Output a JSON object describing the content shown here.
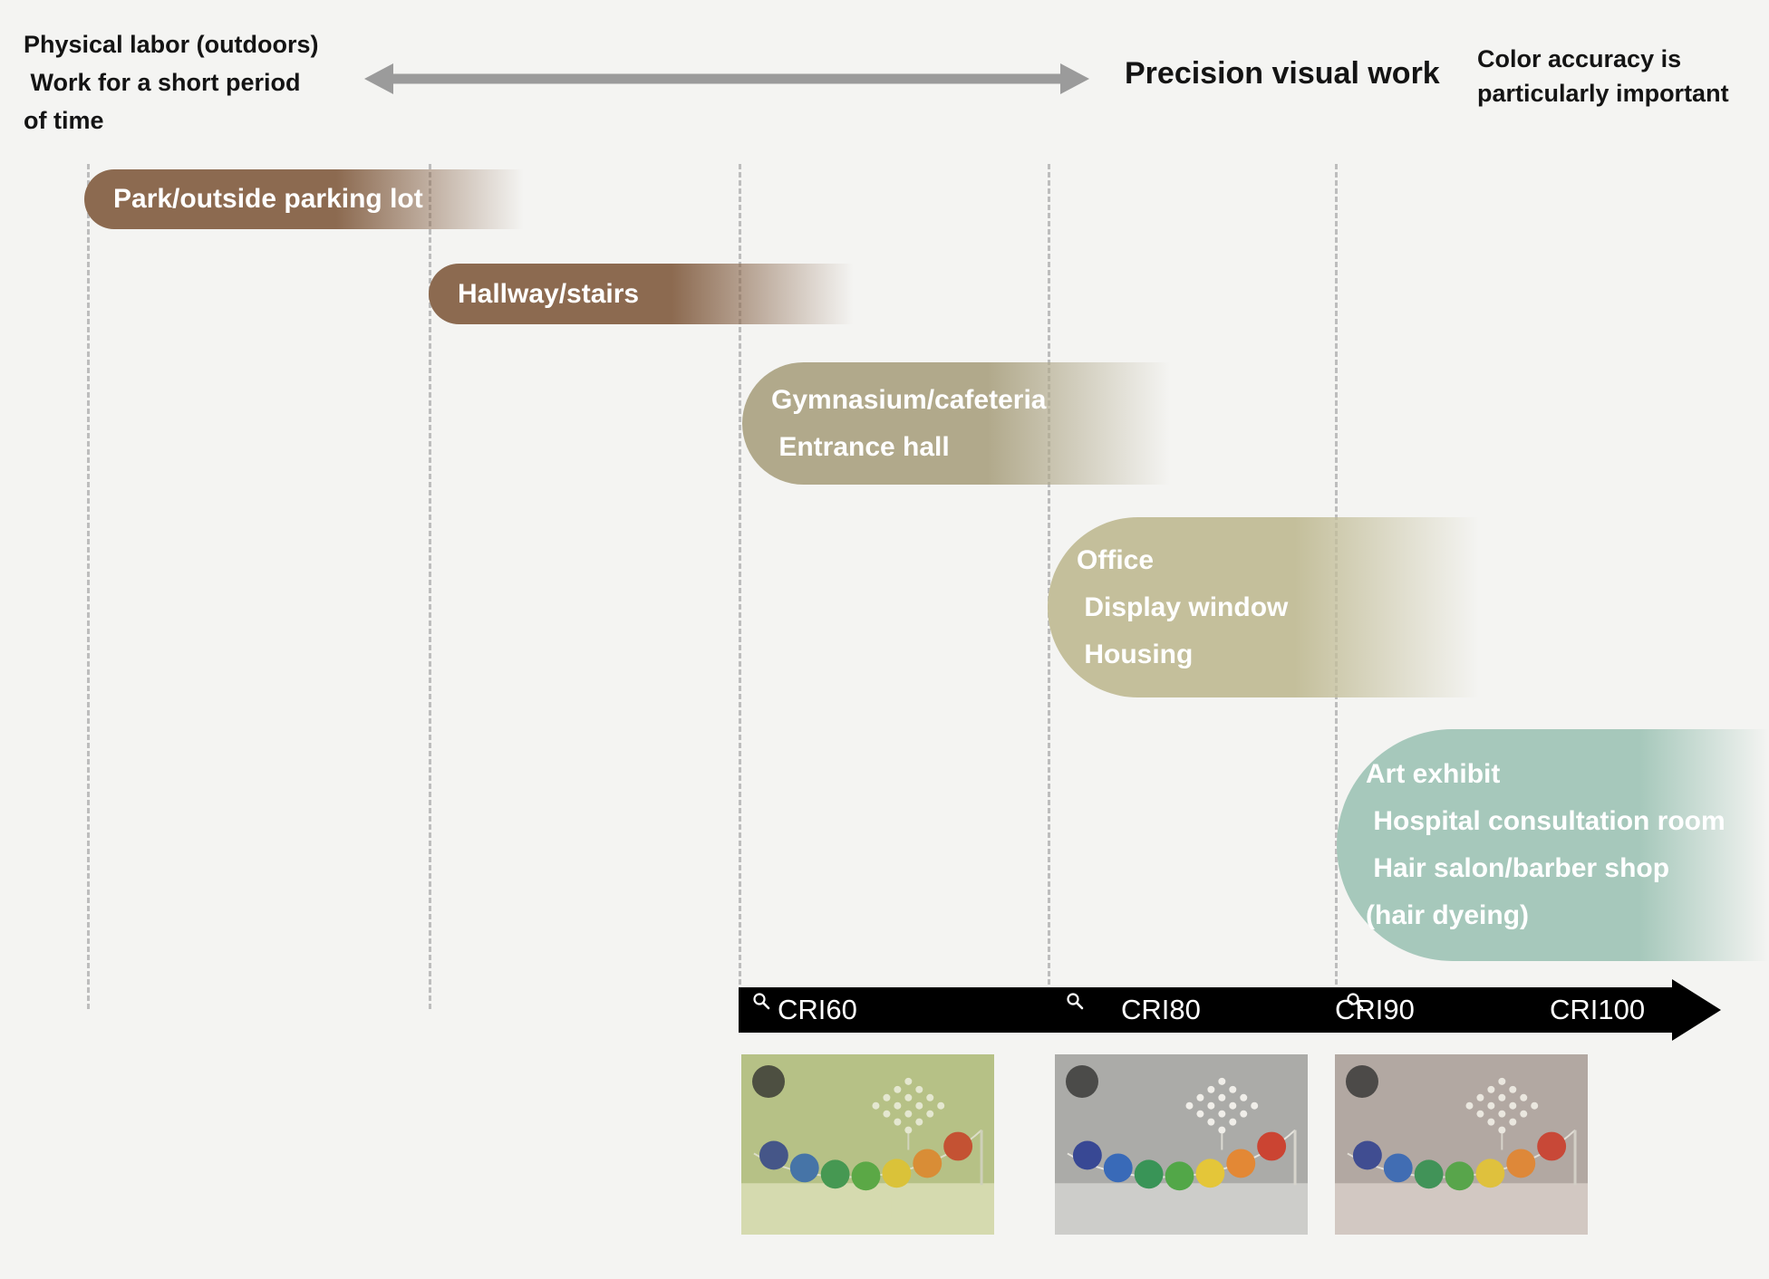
{
  "page": {
    "background": "#f4f4f2",
    "dash_color": "#bdbdbd"
  },
  "header": {
    "left_lines": [
      "Physical labor (outdoors)",
      " Work for a short period",
      "of time"
    ],
    "arrow_color": "#9b9b9b",
    "center_label": "Precision visual work",
    "right_lines": [
      "Color accuracy is",
      "particularly important"
    ]
  },
  "bars": [
    {
      "label_lines": [
        "Park/outside parking lot"
      ],
      "color": "#8c6a50"
    },
    {
      "label_lines": [
        "Hallway/stairs"
      ],
      "color": "#8c6a50"
    },
    {
      "label_lines": [
        "Gymnasium/cafeteria",
        " Entrance hall"
      ],
      "color": "#b1a98b"
    },
    {
      "label_lines": [
        "Office",
        " Display window",
        " Housing"
      ],
      "color": "#c4bf9b"
    },
    {
      "label_lines": [
        "Art exhibit",
        " Hospital consultation room",
        " Hair salon/barber shop",
        "(hair dyeing)"
      ],
      "color": "#a6c8bb"
    }
  ],
  "axis": {
    "color": "#000000",
    "labels": [
      "CRI60",
      "CRI80",
      "CRI90",
      "CRI100"
    ]
  },
  "ball_colors": [
    "#2e3f8f",
    "#2f63b5",
    "#2f8f4e",
    "#49a33f",
    "#e3c32f",
    "#e2822b",
    "#c93a28"
  ],
  "photos": [
    {
      "bg": "#b7c18d",
      "table": "#dde0bf",
      "tint": "#b4c46a",
      "tint_opacity": "0.18"
    },
    {
      "bg": "#a7a7a4",
      "table": "#cbcbc8",
      "tint": "#ffffff",
      "tint_opacity": "0.05"
    },
    {
      "bg": "#b0a7a2",
      "table": "#d4cbc6",
      "tint": "#c7b4a8",
      "tint_opacity": "0.12"
    }
  ]
}
